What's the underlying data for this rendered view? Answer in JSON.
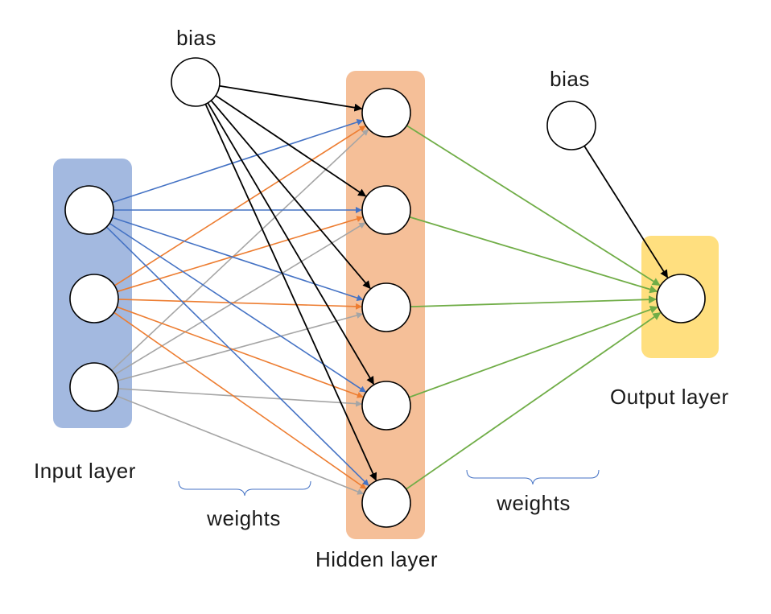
{
  "labels": {
    "input_layer": "Input layer",
    "hidden_layer": "Hidden layer",
    "output_layer": "Output layer",
    "bias_hidden": "bias",
    "bias_output": "bias",
    "weights_input_hidden": "weights",
    "weights_hidden_output": "weights"
  },
  "layers": {
    "input": {
      "node_count": 3,
      "color": "#a3b9e0"
    },
    "hidden": {
      "node_count": 5,
      "color": "#f5bf98"
    },
    "output": {
      "node_count": 1,
      "color": "#ffdf7f"
    }
  },
  "edge_colors": {
    "input_1": "#4472c4",
    "input_2": "#ed7d31",
    "input_3": "#a5a5a5",
    "bias": "#000000",
    "hidden_to_output": "#70ad47"
  }
}
